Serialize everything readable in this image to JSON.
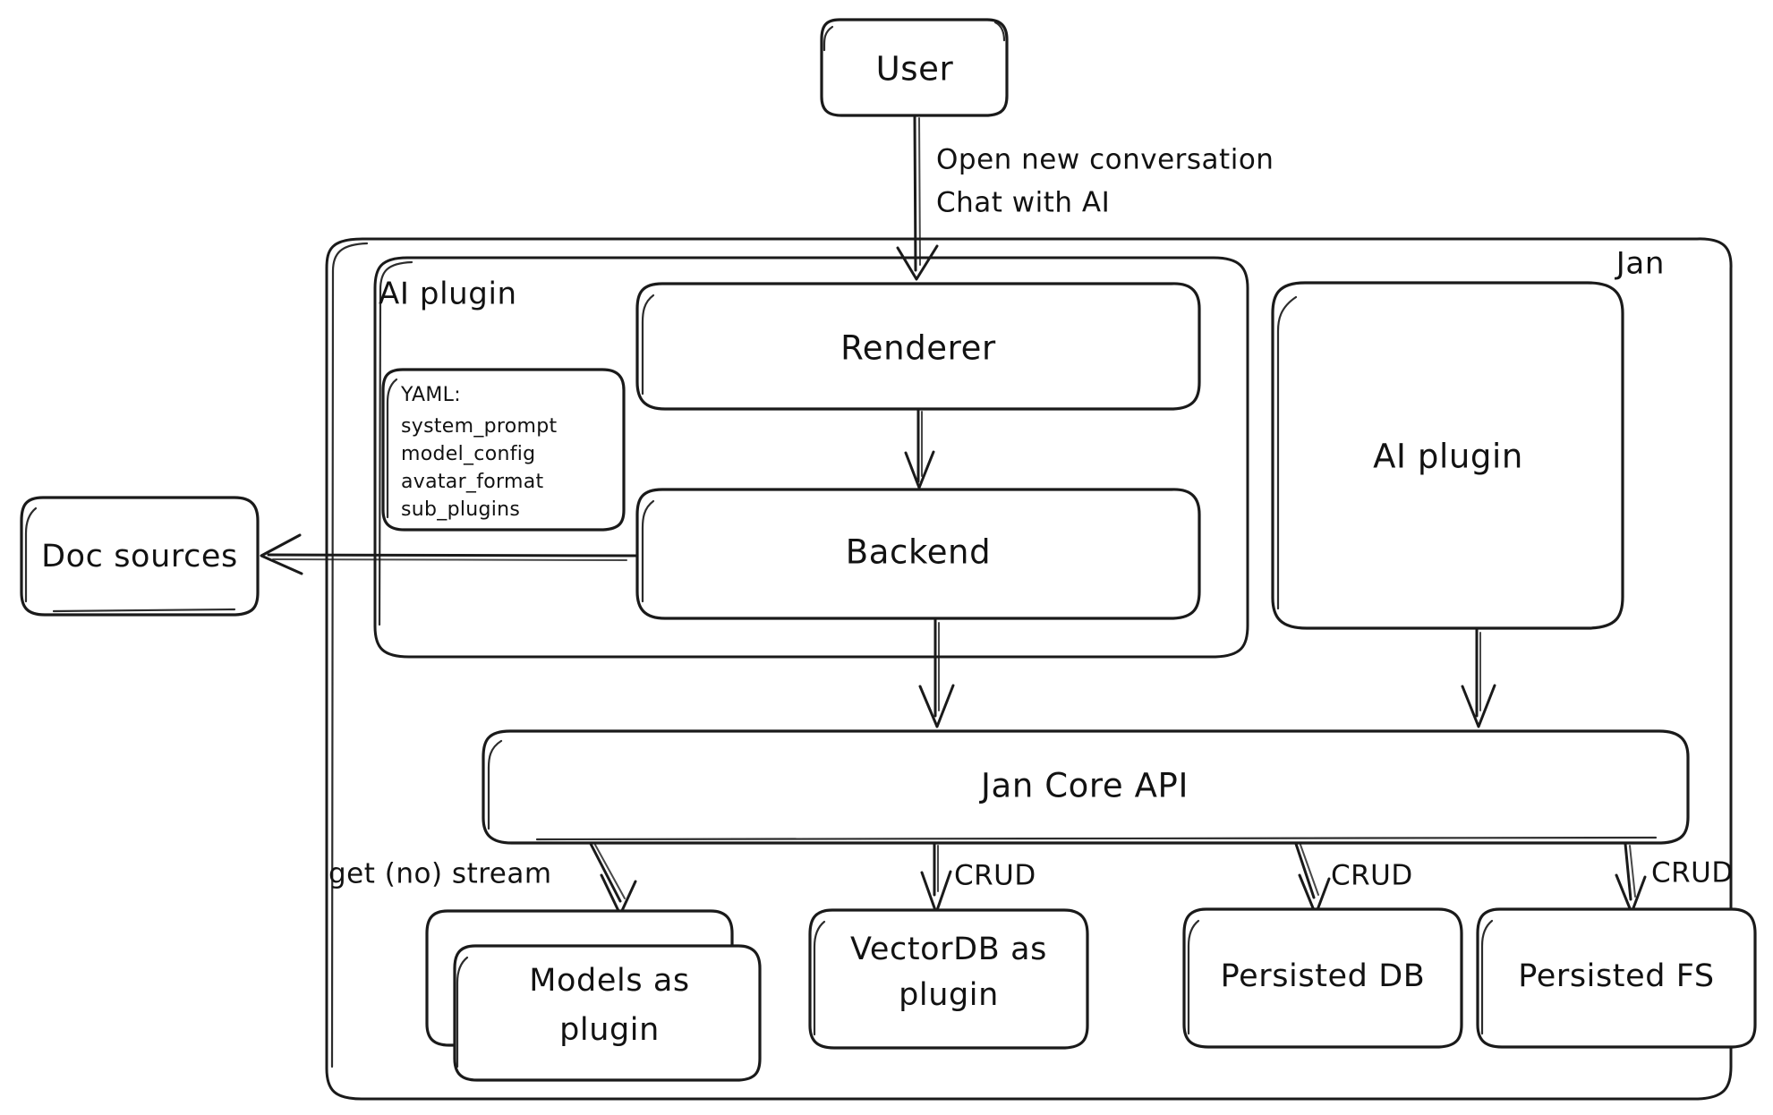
{
  "diagram": {
    "title": "Jan architecture diagram",
    "style": "hand-drawn sketch",
    "stroke_color": "#1a1a1a",
    "background_color": "#ffffff"
  },
  "containers": {
    "jan": {
      "label": "Jan"
    },
    "ai_plugin_group": {
      "label": "AI plugin"
    }
  },
  "nodes": {
    "user": {
      "label": "User"
    },
    "renderer": {
      "label": "Renderer"
    },
    "backend": {
      "label": "Backend"
    },
    "ai_plugin_panel": {
      "label": "AI plugin"
    },
    "doc_sources": {
      "label": "Doc sources"
    },
    "jan_core_api": {
      "label": "Jan Core API"
    },
    "models_plugin": {
      "label_line1": "Models as",
      "label_line2": "plugin"
    },
    "vectordb_plugin": {
      "label_line1": "VectorDB as",
      "label_line2": "plugin"
    },
    "persisted_db": {
      "label": "Persisted DB"
    },
    "persisted_fs": {
      "label": "Persisted FS"
    }
  },
  "yaml_box": {
    "header": "YAML:",
    "items": [
      "system_prompt",
      "model_config",
      "avatar_format",
      "sub_plugins"
    ]
  },
  "edges": {
    "user_to_renderer": {
      "line1": "Open new conversation",
      "line2": "Chat with AI"
    },
    "api_to_models": {
      "label": "get (no) stream"
    },
    "api_to_vectordb": {
      "label": "CRUD"
    },
    "api_to_db": {
      "label": "CRUD"
    },
    "api_to_fs": {
      "label": "CRUD"
    }
  }
}
